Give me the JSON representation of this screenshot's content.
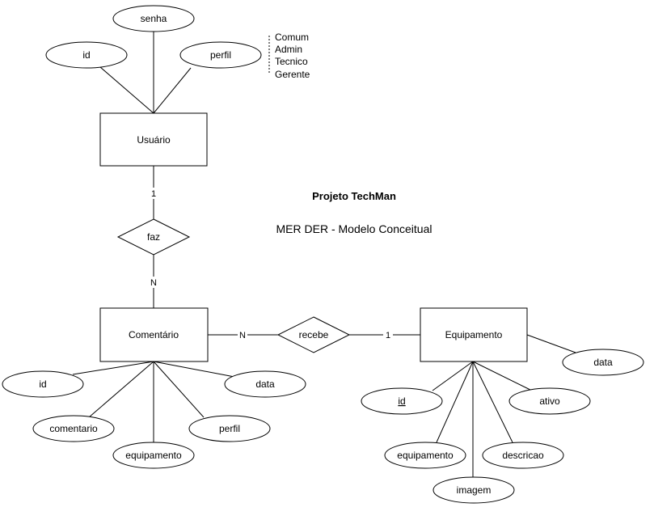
{
  "title": "Projeto TechMan",
  "subtitle": "MER DER - Modelo Conceitual",
  "entities": {
    "usuario": "Usuário",
    "comentario": "Comentário",
    "equipamento": "Equipamento"
  },
  "relationships": {
    "faz": "faz",
    "recebe": "recebe"
  },
  "cardinalities": {
    "faz_usuario": "1",
    "faz_comentario": "N",
    "recebe_comentario": "N",
    "recebe_equipamento": "1"
  },
  "attributes": {
    "usuario": {
      "senha": "senha",
      "id": "id",
      "perfil": "perfil"
    },
    "comentario": {
      "id": "id",
      "data": "data",
      "comentario": "comentario",
      "perfil": "perfil",
      "equipamento": "equipamento"
    },
    "equipamento": {
      "data": "data",
      "id": "id",
      "ativo": "ativo",
      "equipamento": "equipamento",
      "descricao": "descricao",
      "imagem": "imagem"
    }
  },
  "perfil_note": [
    "Comum",
    "Admin",
    "Tecnico",
    "Gerente"
  ]
}
